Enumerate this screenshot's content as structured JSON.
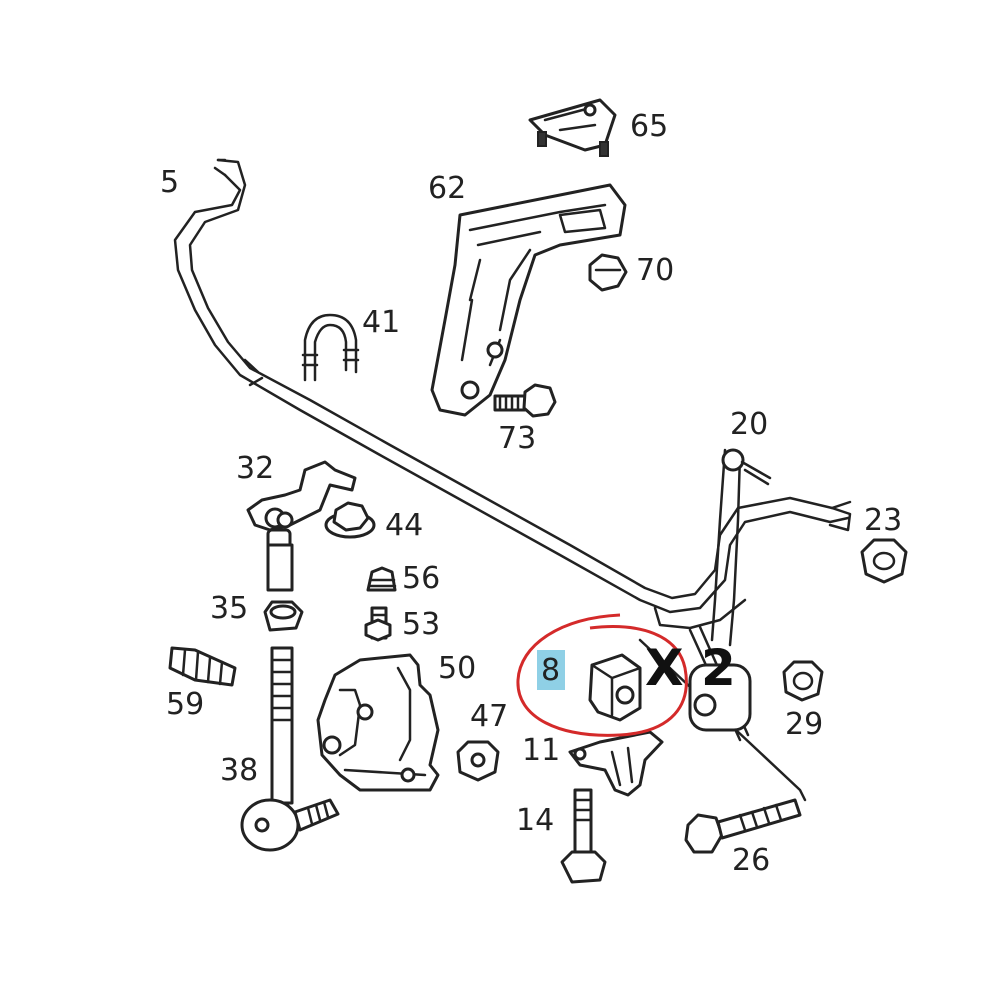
{
  "diagram": {
    "part_numbers": [
      "5",
      "65",
      "62",
      "70",
      "41",
      "73",
      "20",
      "23",
      "32",
      "44",
      "56",
      "53",
      "35",
      "50",
      "8",
      "59",
      "47",
      "11",
      "29",
      "38",
      "14",
      "26"
    ],
    "highlighted_part": "8",
    "quantity_text": "X 2",
    "highlight_color": "#d42a2a",
    "label_badge_color": "#8fd0e6"
  }
}
